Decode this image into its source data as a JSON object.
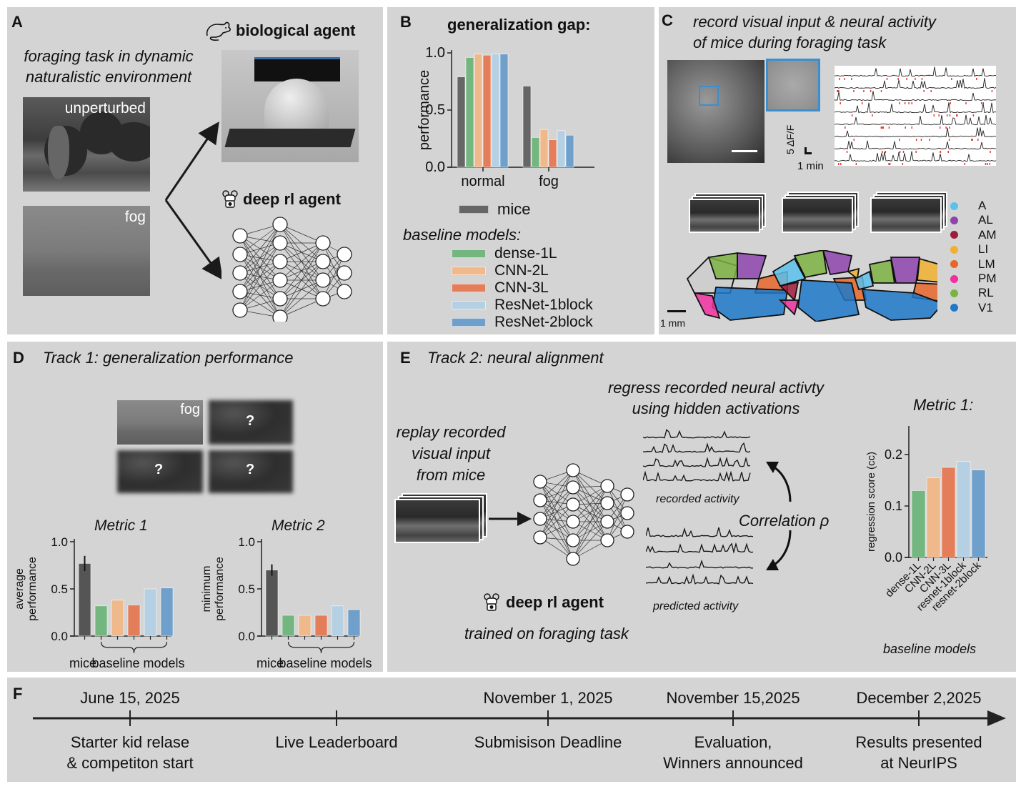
{
  "panels": {
    "a": {
      "label": "A",
      "subtitle_line1": "foraging task in dynamic",
      "subtitle_line2": "naturalistic environment",
      "image_unperturbed_label": "unperturbed",
      "image_fog_label": "fog",
      "bio_agent_label": "biological agent",
      "bio_agent_icon": "mouse-outline-icon",
      "rl_agent_label": "deep rl agent",
      "rl_agent_icon": "robot-mouse-icon"
    },
    "b": {
      "label": "B",
      "legend_mice": "mice",
      "legend_baseline_title": "baseline models:",
      "legend_models": [
        "dense-1L",
        "CNN-2L",
        "CNN-3L",
        "ResNet-1block",
        "ResNet-2block"
      ]
    },
    "c": {
      "label": "C",
      "title_line1": "record visual input & neural activity",
      "title_line2": "of mice during foraging task",
      "scale_dff": "5 ΔF/F",
      "scale_time": "1 min",
      "scale_mm": "1 mm",
      "areas": [
        {
          "name": "A",
          "color": "#5bc0eb"
        },
        {
          "name": "AL",
          "color": "#8e44ad"
        },
        {
          "name": "AM",
          "color": "#a01c3c"
        },
        {
          "name": "LI",
          "color": "#f0b030"
        },
        {
          "name": "LM",
          "color": "#e8662a"
        },
        {
          "name": "PM",
          "color": "#f030a0"
        },
        {
          "name": "RL",
          "color": "#7cb342"
        },
        {
          "name": "V1",
          "color": "#1f78c8"
        }
      ]
    },
    "d": {
      "label": "D",
      "title": "Track 1: generalization performance",
      "fog_label": "fog",
      "unknown_mark": "?",
      "metric1_title": "Metric 1",
      "metric2_title": "Metric 2",
      "xlabel_mice": "mice",
      "xlabel_baseline": "baseline models"
    },
    "e": {
      "label": "E",
      "title": "Track 2: neural alignment",
      "regress_line1": "regress recorded neural activty",
      "regress_line2": "using hidden activations",
      "replay_line1": "replay recorded",
      "replay_line2": "visual input",
      "replay_line3": "from mice",
      "recorded_label": "recorded activity",
      "predicted_label": "predicted activity",
      "correlation_label": "Correlation ρ",
      "agent_label": "deep rl agent",
      "trained_label": "trained on foraging task",
      "metric_title": "Metric 1:",
      "baseline_caption": "baseline models"
    },
    "f": {
      "label": "F",
      "milestones": [
        {
          "date": "June 15, 2025",
          "line1": "Starter kid relase",
          "line2": "& competiton start"
        },
        {
          "date": "",
          "line1": "Live Leaderboard",
          "line2": ""
        },
        {
          "date": "November 1, 2025",
          "line1": "Submisison Deadline",
          "line2": ""
        },
        {
          "date": "November 15,2025",
          "line1": "Evaluation,",
          "line2": "Winners announced"
        },
        {
          "date": "December 2,2025",
          "line1": "Results presented",
          "line2": "at NeurIPS"
        }
      ]
    }
  },
  "colors": {
    "mice": "#666666",
    "mice_dark": "#555555",
    "dense-1L": "#74b67f",
    "CNN-2L": "#f0b98c",
    "CNN-3L": "#e47d5a",
    "ResNet-1block": "#b5d0e2",
    "ResNet-2block": "#6f9fcb"
  },
  "chart_data": [
    {
      "id": "gap",
      "type": "bar",
      "title": "generalization gap:",
      "xlabel": "",
      "ylabel": "performance",
      "categories": [
        "normal",
        "fog"
      ],
      "series": [
        {
          "name": "mice",
          "values": [
            0.79,
            0.71
          ]
        },
        {
          "name": "dense-1L",
          "values": [
            0.96,
            0.26
          ]
        },
        {
          "name": "CNN-2L",
          "values": [
            0.99,
            0.33
          ]
        },
        {
          "name": "CNN-3L",
          "values": [
            0.98,
            0.24
          ]
        },
        {
          "name": "ResNet-1block",
          "values": [
            0.99,
            0.32
          ]
        },
        {
          "name": "ResNet-2block",
          "values": [
            0.99,
            0.28
          ]
        }
      ],
      "ylim": [
        0,
        1.0
      ],
      "yticks": [
        "0.0",
        "0.5",
        "1.0"
      ],
      "yticks_values": [
        0,
        0.5,
        1.0
      ]
    },
    {
      "id": "metric1",
      "type": "bar",
      "title": "Metric 1",
      "ylabel": "average performance",
      "categories": [
        "mice",
        "dense-1L",
        "CNN-2L",
        "CNN-3L",
        "ResNet-1block",
        "ResNet-2block"
      ],
      "values": [
        0.77,
        0.32,
        0.38,
        0.33,
        0.5,
        0.51
      ],
      "error": [
        0.08,
        0,
        0,
        0,
        0,
        0
      ],
      "ylim": [
        0,
        1.0
      ],
      "yticks": [
        "0.0",
        "0.5",
        "1.0"
      ],
      "yticks_values": [
        0,
        0.5,
        1.0
      ]
    },
    {
      "id": "metric2",
      "type": "bar",
      "title": "Metric 2",
      "ylabel": "minimum performance",
      "categories": [
        "mice",
        "dense-1L",
        "CNN-2L",
        "CNN-3L",
        "ResNet-1block",
        "ResNet-2block"
      ],
      "values": [
        0.7,
        0.22,
        0.22,
        0.22,
        0.32,
        0.28
      ],
      "error": [
        0.06,
        0,
        0,
        0,
        0,
        0
      ],
      "ylim": [
        0,
        1.0
      ],
      "yticks": [
        "0.0",
        "0.5",
        "1.0"
      ],
      "yticks_values": [
        0,
        0.5,
        1.0
      ]
    },
    {
      "id": "regression",
      "type": "bar",
      "title": "Metric 1:",
      "ylabel": "regression score (cc)",
      "xlabel": "baseline models",
      "categories": [
        "dense-1L",
        "CNN-2L",
        "CNN-3L",
        "resnet-1block",
        "resnet-2block"
      ],
      "values": [
        0.13,
        0.155,
        0.175,
        0.187,
        0.17
      ],
      "ylim": [
        0,
        0.25
      ],
      "yticks": [
        "0.0",
        "0.1",
        "0.2"
      ],
      "yticks_values": [
        0,
        0.1,
        0.2
      ]
    }
  ]
}
